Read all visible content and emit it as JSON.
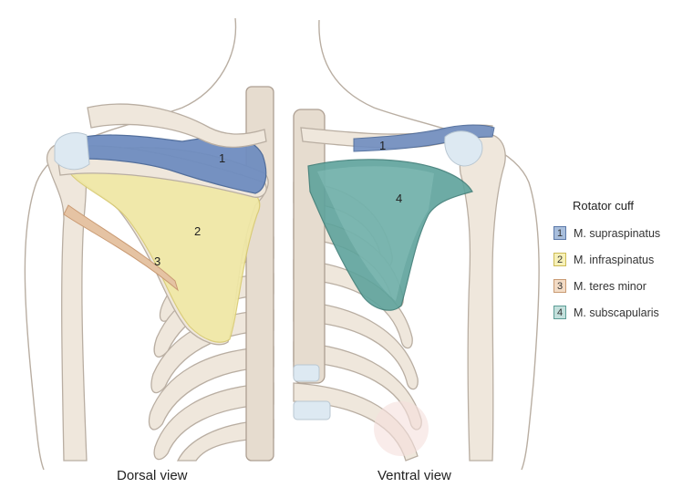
{
  "views": {
    "dorsal": "Dorsal view",
    "ventral": "Ventral view"
  },
  "legend": {
    "title": "Rotator cuff",
    "items": [
      {
        "num": "1",
        "label": "M. supraspinatus",
        "fill": "#a8bedc",
        "border": "#5a78a8"
      },
      {
        "num": "2",
        "label": "M. infraspinatus",
        "fill": "#f7f1b8",
        "border": "#cdbb55"
      },
      {
        "num": "3",
        "label": "M. teres minor",
        "fill": "#f3dcc6",
        "border": "#c99a73"
      },
      {
        "num": "4",
        "label": "M. subscapularis",
        "fill": "#c3e0dc",
        "border": "#5c9c96"
      }
    ]
  },
  "markers": {
    "dorsal_1": "1",
    "dorsal_2": "2",
    "dorsal_3": "3",
    "ventral_1": "1",
    "ventral_4": "4"
  },
  "colors": {
    "supraspinatus": "#6f8dc0",
    "infraspinatus": "#f1e9a6",
    "teres_minor": "#e5c3a3",
    "subscapularis": "#5ea39c",
    "bone": "#efe7dc"
  }
}
